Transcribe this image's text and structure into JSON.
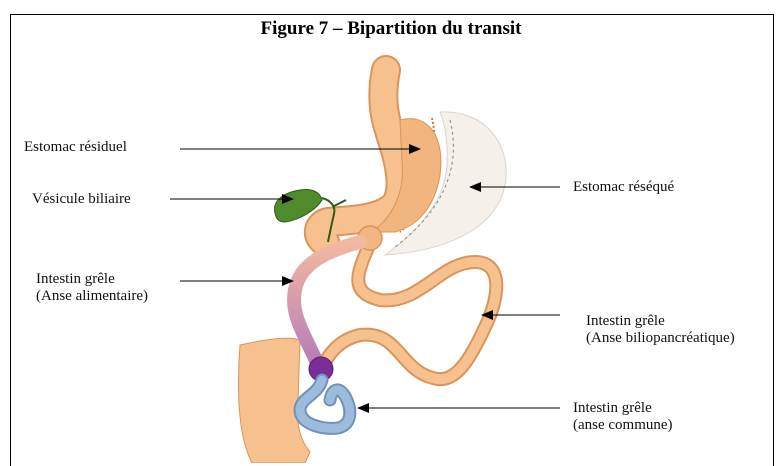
{
  "figure": {
    "title": "Figure 7 – Bipartition du transit"
  },
  "labels": {
    "estomac_residuel": "Estomac résiduel",
    "vesicule_biliaire": "Vésicule biliaire",
    "intestin_alim_line1": "Intestin grêle",
    "intestin_alim_line2": "(Anse alimentaire)",
    "estomac_reseque": "Estomac réséqué",
    "intestin_bilio_line1": "Intestin grêle",
    "intestin_bilio_line2": "(Anse biliopancréatique)",
    "intestin_commune_line1": "Intestin grêle",
    "intestin_commune_line2": "(anse commune)"
  },
  "colors": {
    "stomach": "#f6c08f",
    "stomach_dark": "#d9955a",
    "resected": "#f4efe8",
    "gallbladder": "#4f8a2b",
    "alimentary_top": "#f3b9a0",
    "alimentary_bottom": "#b57bb8",
    "junction": "#7a2d98",
    "common_limb": "#8fb0d4"
  }
}
